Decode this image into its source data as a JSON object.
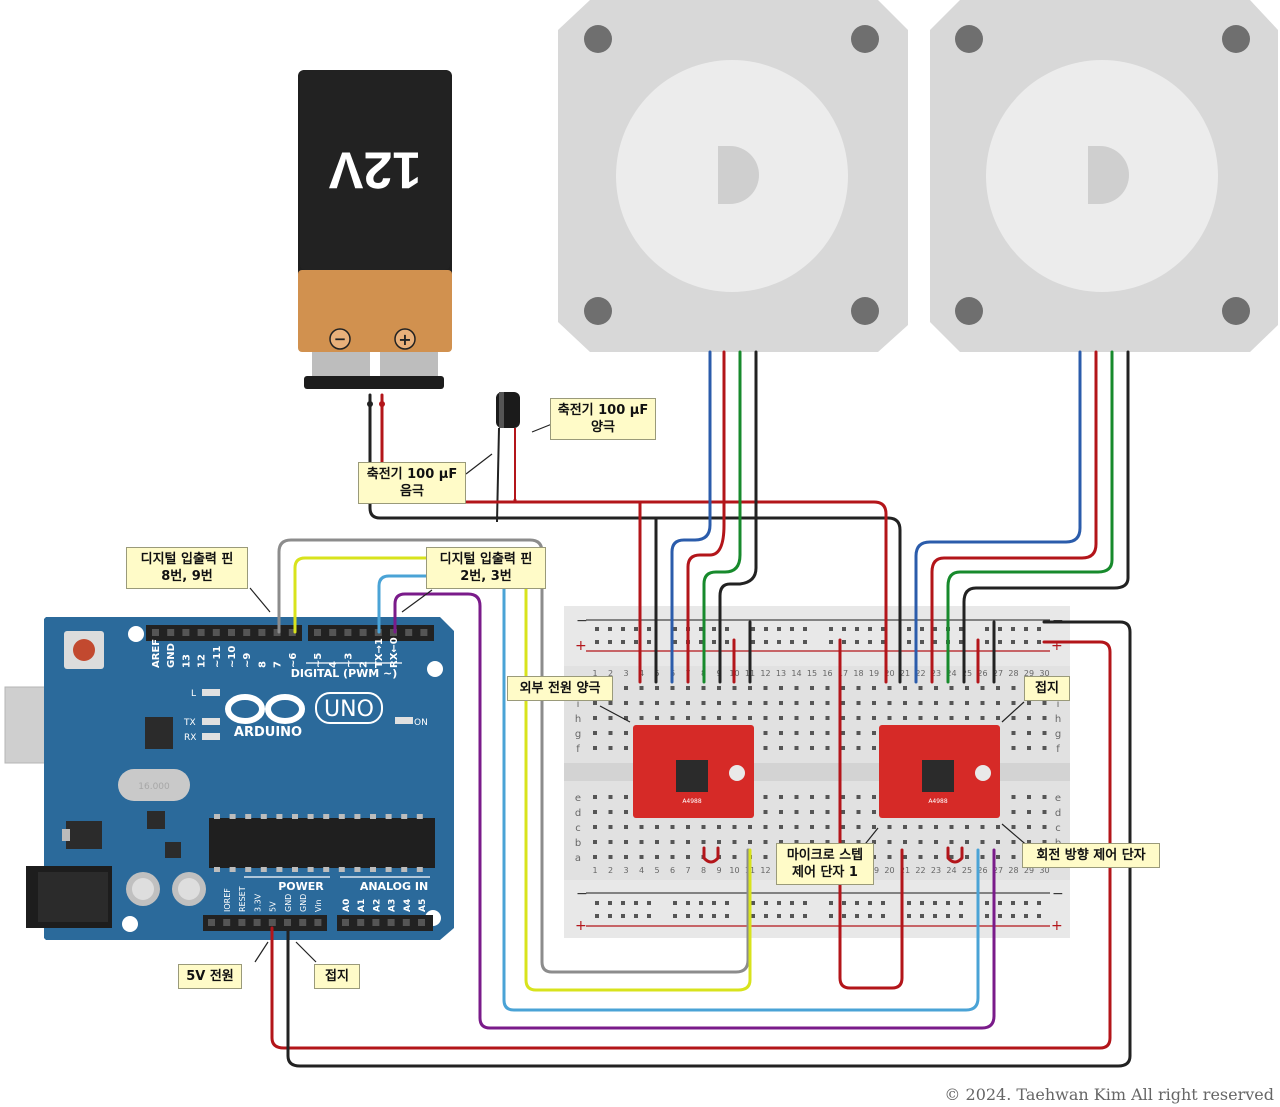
{
  "battery": {
    "voltage_label": "12V",
    "minus_label": "−",
    "plus_label": "+"
  },
  "capacitor": {
    "negative_line1": "축전기 100 μF",
    "negative_line2": "음극",
    "positive_line1": "축전기 100 μF",
    "positive_line2": "양극"
  },
  "arduino": {
    "brand": "ARDUINO",
    "model": "UNO",
    "digital_header": "DIGITAL (PWM ~)",
    "digital_pins": [
      "AREF",
      "GND",
      "13",
      "12",
      "~11",
      "~10",
      "~9",
      "8",
      "7",
      "~6",
      "~5",
      "4",
      "~3",
      "2",
      "TX→1",
      "RX←0"
    ],
    "power_header": "POWER",
    "power_pins": [
      "IOREF",
      "RESET",
      "3.3V",
      "5V",
      "GND",
      "GND",
      "Vin"
    ],
    "analog_header": "ANALOG IN",
    "analog_pins": [
      "A0",
      "A1",
      "A2",
      "A3",
      "A4",
      "A5"
    ],
    "led_labels": [
      "L",
      "TX",
      "RX",
      "ON"
    ],
    "crystal_label": "16.000"
  },
  "labels": {
    "digital_89_line1": "디지털 입출력 핀",
    "digital_89_line2": "8번, 9번",
    "digital_23_line1": "디지털 입출력 핀",
    "digital_23_line2": "2번, 3번",
    "external_power": "외부 전원 양극",
    "ground_top": "접지",
    "microstep_line1": "마이크로 스텝",
    "microstep_line2": "제어 단자 1",
    "direction": "회전 방향 제어 단자",
    "power_5v": "5V 전원",
    "ground_bottom": "접지"
  },
  "driver_chip_label": "A4988",
  "breadboard": {
    "row_letters_top": [
      "j",
      "i",
      "h",
      "g",
      "f"
    ],
    "row_letters_bottom": [
      "e",
      "d",
      "c",
      "b",
      "a"
    ],
    "column_numbers": [
      "1",
      "2",
      "3",
      "4",
      "5",
      "6",
      "7",
      "8",
      "9",
      "10",
      "11",
      "12",
      "13",
      "14",
      "15",
      "16",
      "17",
      "18",
      "19",
      "20",
      "21",
      "22",
      "23",
      "24",
      "25",
      "26",
      "27",
      "28",
      "29",
      "30"
    ],
    "rail_minus": "−",
    "rail_plus": "+"
  },
  "copyright": "© 2024. Taehwan Kim All right reserved",
  "colors": {
    "wire_red": "#b3151a",
    "wire_black": "#222222",
    "wire_blue": "#2b5cab",
    "wire_green": "#178a2c",
    "wire_gray": "#8c8c8c",
    "wire_lime": "#d8e31c",
    "wire_lightblue": "#4aa3d6",
    "wire_purple": "#7a1b8a",
    "arduino_blue": "#2b6a9b",
    "driver_red": "#d62a27",
    "callout_bg": "#fffbc8"
  }
}
